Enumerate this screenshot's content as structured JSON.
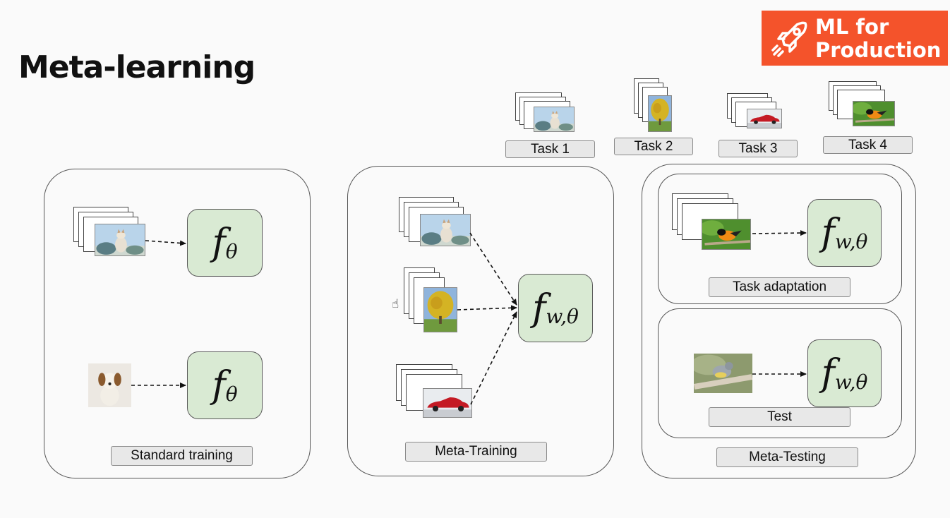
{
  "title": "Meta-learning",
  "logo": {
    "line1": "ML for",
    "line2": "Production"
  },
  "tasks": [
    {
      "label": "Task 1",
      "image": "dog"
    },
    {
      "label": "Task 2",
      "image": "tree"
    },
    {
      "label": "Task 3",
      "image": "car"
    },
    {
      "label": "Task 4",
      "image": "bird"
    }
  ],
  "standard_training": {
    "label": "Standard training",
    "model_symbol": "f",
    "model_subscript": "θ"
  },
  "meta_training": {
    "label": "Meta-Training",
    "model_symbol": "f",
    "model_subscript": "w,θ"
  },
  "meta_testing": {
    "label": "Meta-Testing",
    "task_adaptation": {
      "label": "Task adaptation",
      "model_symbol": "f",
      "model_subscript": "w,θ"
    },
    "test": {
      "label": "Test",
      "model_symbol": "f",
      "model_subscript": "w,θ"
    }
  },
  "colors": {
    "logo_bg": "#f4532b",
    "model_box": "#d9ead3",
    "label_box": "#e8e8e8"
  }
}
